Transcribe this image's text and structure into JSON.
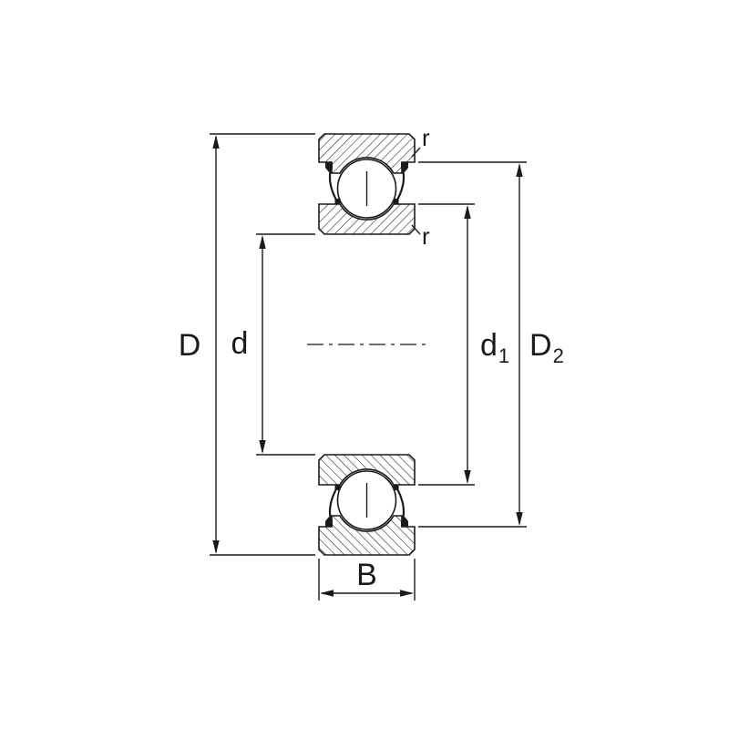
{
  "diagram": {
    "colors": {
      "line": "#1a1a1a",
      "background": "#ffffff",
      "fill": "#ffffff"
    },
    "dimensions": {
      "outer_diameter": {
        "label": "D"
      },
      "bore_diameter": {
        "label": "d"
      },
      "inner_shoulder_diameter": {
        "label": "d",
        "sub": "1"
      },
      "outer_recess_diameter": {
        "label": "D",
        "sub": "2"
      },
      "width": {
        "label": "B"
      },
      "chamfer_outer": {
        "label": "r"
      },
      "chamfer_inner": {
        "label": "r"
      }
    }
  }
}
